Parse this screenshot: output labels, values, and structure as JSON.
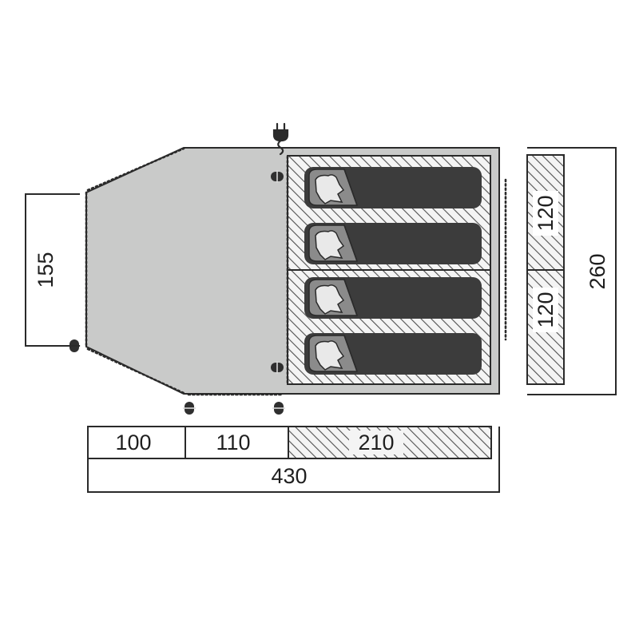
{
  "dimensions": {
    "depth_sections": [
      "100",
      "110",
      "210"
    ],
    "total_depth": "430",
    "side_width": "155",
    "bedroom_widths": [
      "120",
      "120"
    ],
    "total_width": "260"
  },
  "icons": [
    "power-plug-icon",
    "door-toggle-icon",
    "sleeping-bag-icon"
  ],
  "colors": {
    "tent_floor": "#c9cac9",
    "sleeping_bag": "#3c3c3c",
    "hatch_line": "#505050",
    "outline": "#2a2a2a"
  }
}
